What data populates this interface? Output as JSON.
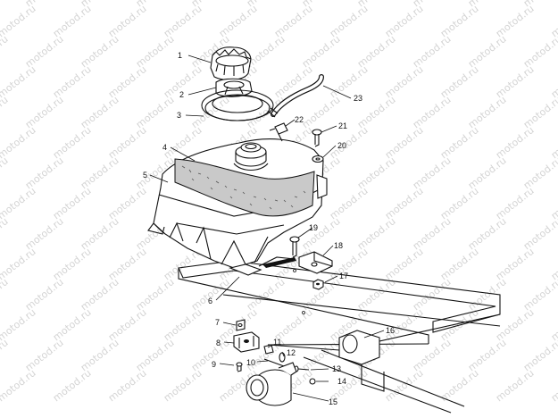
{
  "watermark": {
    "text": "motod.ru"
  },
  "callouts": [
    {
      "id": "1",
      "label": "1"
    },
    {
      "id": "2",
      "label": "2"
    },
    {
      "id": "3",
      "label": "3"
    },
    {
      "id": "4",
      "label": "4"
    },
    {
      "id": "5",
      "label": "5"
    },
    {
      "id": "6",
      "label": "6"
    },
    {
      "id": "7",
      "label": "7"
    },
    {
      "id": "8",
      "label": "8"
    },
    {
      "id": "9",
      "label": "9"
    },
    {
      "id": "10",
      "label": "10"
    },
    {
      "id": "11",
      "label": "11"
    },
    {
      "id": "12",
      "label": "12"
    },
    {
      "id": "13",
      "label": "13"
    },
    {
      "id": "14",
      "label": "14"
    },
    {
      "id": "15",
      "label": "15"
    },
    {
      "id": "16",
      "label": "16"
    },
    {
      "id": "17",
      "label": "17"
    },
    {
      "id": "18",
      "label": "18"
    },
    {
      "id": "19",
      "label": "19"
    },
    {
      "id": "20",
      "label": "20"
    },
    {
      "id": "21",
      "label": "21"
    },
    {
      "id": "22",
      "label": "22"
    },
    {
      "id": "23",
      "label": "23"
    }
  ]
}
